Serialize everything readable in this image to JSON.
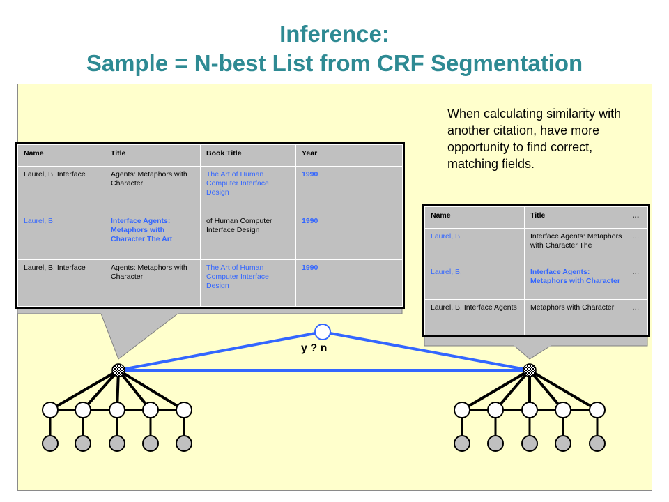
{
  "title": {
    "line1": "Inference:",
    "line2": "Sample = N-best List from CRF Segmentation"
  },
  "note": "When calculating similarity with another citation, have more opportunity to find correct, matching fields.",
  "edge_label": "y ? n",
  "colors": {
    "title": "#2e8a93",
    "panel": "#ffffcc",
    "edge": "#3366ff",
    "link_text": "#3366ff",
    "node_gray": "#c0c0c0"
  },
  "left_table": {
    "headers": [
      "Name",
      "Title",
      "Book Title",
      "Year"
    ],
    "rows": [
      {
        "cells": [
          "Laurel, B. Interface",
          "Agents: Metaphors with Character",
          "The Art of Human Computer Interface Design",
          "1990"
        ],
        "blue": [
          false,
          false,
          true,
          true
        ],
        "bold": [
          false,
          false,
          false,
          true
        ]
      },
      {
        "cells": [
          "Laurel, B.",
          "Interface Agents: Metaphors with Character The Art",
          "of Human Computer Interface Design",
          "1990"
        ],
        "blue": [
          true,
          true,
          false,
          true
        ],
        "bold": [
          false,
          true,
          false,
          true
        ]
      },
      {
        "cells": [
          "Laurel, B.  Interface",
          "Agents: Metaphors with Character",
          "The Art of Human Computer Interface Design",
          "1990"
        ],
        "blue": [
          false,
          false,
          true,
          true
        ],
        "bold": [
          false,
          false,
          false,
          true
        ]
      }
    ]
  },
  "right_table": {
    "headers": [
      "Name",
      "Title",
      "…"
    ],
    "rows": [
      {
        "cells": [
          "Laurel, B",
          "Interface Agents: Metaphors with Character The",
          "…"
        ],
        "blue": [
          true,
          false,
          false
        ],
        "bold": [
          false,
          false,
          false
        ]
      },
      {
        "cells": [
          "Laurel, B.",
          "Interface Agents: Metaphors with Character",
          "…"
        ],
        "blue": [
          true,
          true,
          false
        ],
        "bold": [
          false,
          true,
          false
        ]
      },
      {
        "cells": [
          "Laurel, B.  Interface Agents",
          "Metaphors with Character",
          "…"
        ],
        "blue": [
          false,
          false,
          false
        ],
        "bold": [
          false,
          false,
          false
        ]
      }
    ]
  }
}
